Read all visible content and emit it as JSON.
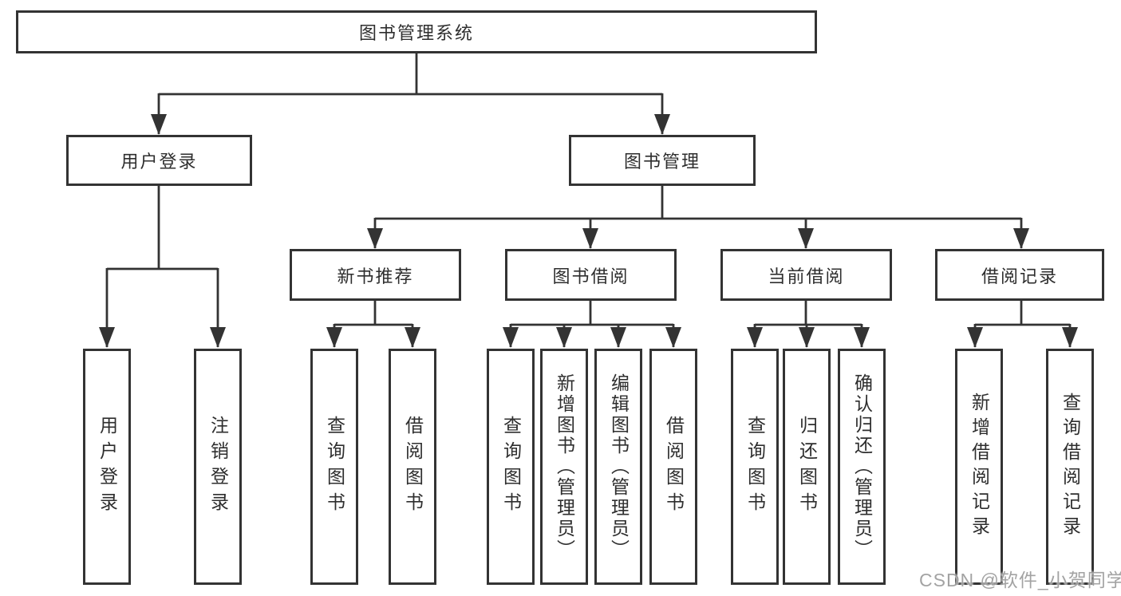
{
  "diagram": {
    "root": {
      "label": "图书管理系统",
      "children": [
        {
          "label": "用户登录",
          "children": [
            {
              "label": "用户登录"
            },
            {
              "label": "注销登录"
            }
          ]
        },
        {
          "label": "图书管理",
          "children": [
            {
              "label": "新书推荐",
              "children": [
                {
                  "label": "查询图书"
                },
                {
                  "label": "借阅图书"
                }
              ]
            },
            {
              "label": "图书借阅",
              "children": [
                {
                  "label": "查询图书"
                },
                {
                  "label": "新增图书（管理员）"
                },
                {
                  "label": "编辑图书（管理员）"
                },
                {
                  "label": "借阅图书"
                }
              ]
            },
            {
              "label": "当前借阅",
              "children": [
                {
                  "label": "查询图书"
                },
                {
                  "label": "归还图书"
                },
                {
                  "label": "确认归还（管理员）"
                }
              ]
            },
            {
              "label": "借阅记录",
              "children": [
                {
                  "label": "新增借阅记录"
                },
                {
                  "label": "查询借阅记录"
                }
              ]
            }
          ]
        }
      ]
    }
  },
  "watermark": {
    "text": "CSDN @软件_小贺同学"
  },
  "colors": {
    "line": "#333333",
    "box_border": "#333333",
    "text": "#2e2e2e",
    "background": "#ffffff",
    "watermark": "#969696"
  }
}
